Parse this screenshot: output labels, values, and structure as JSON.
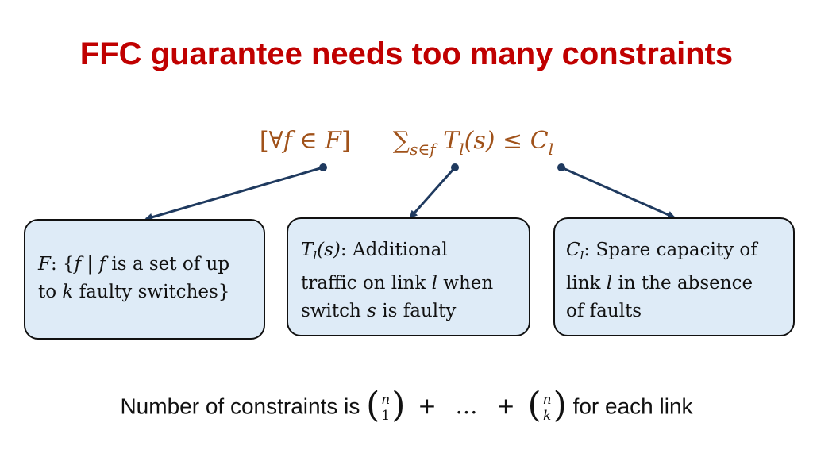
{
  "title": "FFC guarantee needs too many constraints",
  "formula": {
    "open": "[",
    "forall": "∀",
    "f": "f",
    "in": "∈",
    "F": "F",
    "close": "]",
    "sum": "∑",
    "sum_sub": "s∈f",
    "T": "T",
    "T_sub": "l",
    "arg": "(s)",
    "leq": "≤",
    "C": "C",
    "C_sub": "l"
  },
  "box_f": {
    "sym": "F",
    "line1_a": ": {",
    "f1": "f",
    "bar": " | ",
    "f2": "f",
    "line1_b": " is a set of up",
    "line2_a": "to ",
    "k": "k",
    "line2_b": " faulty switches}"
  },
  "box_t": {
    "sym": "T",
    "sub": "l",
    "arg": "(s)",
    "line1": ": Additional",
    "line2_a": "traffic on link ",
    "l": "l",
    "line2_b": " when",
    "line3_a": "switch ",
    "s": "s",
    "line3_b": " is faulty"
  },
  "box_c": {
    "sym": "C",
    "sub": "l",
    "line1": ":   Spare capacity of",
    "line2_a": "link ",
    "l": "l",
    "line2_b": " in the absence",
    "line3": "of faults"
  },
  "bottom": {
    "prefix": "Number of constraints is",
    "binom1_top": "n",
    "binom1_bottom": "1",
    "plus1": "+",
    "ellipsis": "…",
    "plus2": "+",
    "binom2_top": "n",
    "binom2_bottom": "k",
    "suffix": "for each link"
  },
  "colors": {
    "title": "#c00000",
    "formula": "#a0521a",
    "box_fill": "#deebf7",
    "arrow": "#1f3a5f"
  }
}
